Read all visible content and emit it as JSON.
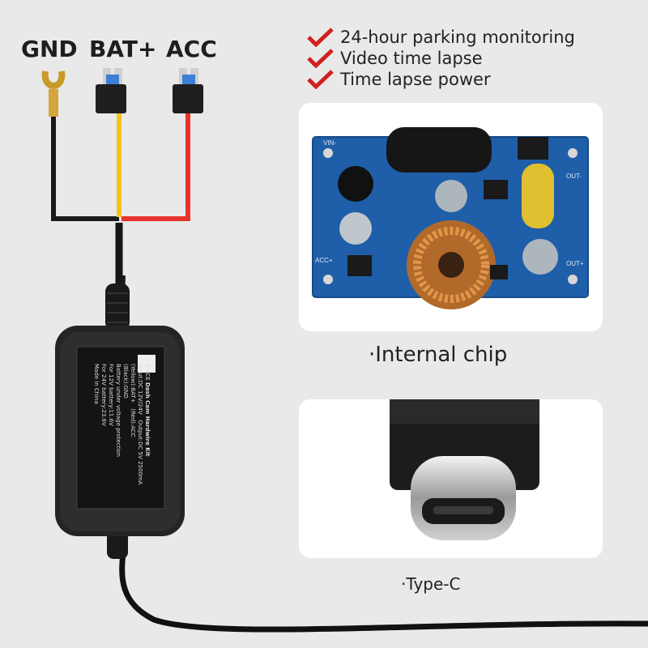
{
  "wires": {
    "gnd_label": "GND",
    "bat_label": "BAT+",
    "acc_label": "ACC"
  },
  "features": [
    {
      "text": "24-hour parking monitoring",
      "icon": "checkmark-icon"
    },
    {
      "text": "Video time lapse",
      "icon": "checkmark-icon"
    },
    {
      "text": "Time lapse power",
      "icon": "checkmark-icon"
    }
  ],
  "chip_panel": {
    "caption": "·Internal chip",
    "board_labels": {
      "vin_minus": "VIN-",
      "acc_plus": "ACC+",
      "out_minus": "OUT-",
      "out_plus": "OUT+"
    }
  },
  "usb_panel": {
    "caption": "·Type-C"
  },
  "device_label": {
    "brand": "E-ACE",
    "product": "Dash Cam Hardwire Kit",
    "input": "Input:DC 12V/24V",
    "output": "Output:DC 5V 2500mA",
    "yellow": "(Yellow):BAT+",
    "red": "(Red):ACC",
    "black": "(Black):GND",
    "protection": "Battery under voltage protection",
    "v12": "For 12V battery:11.6V",
    "v24": "For 24V battery:23.6V",
    "origin": "Made in China"
  },
  "colors": {
    "background": "#e9e9e9",
    "wire_red": "#e8322b",
    "wire_yellow": "#f4c31a",
    "wire_black": "#1a1a1a",
    "check_red": "#d0201f",
    "pcb_blue": "#1f5ea8"
  }
}
